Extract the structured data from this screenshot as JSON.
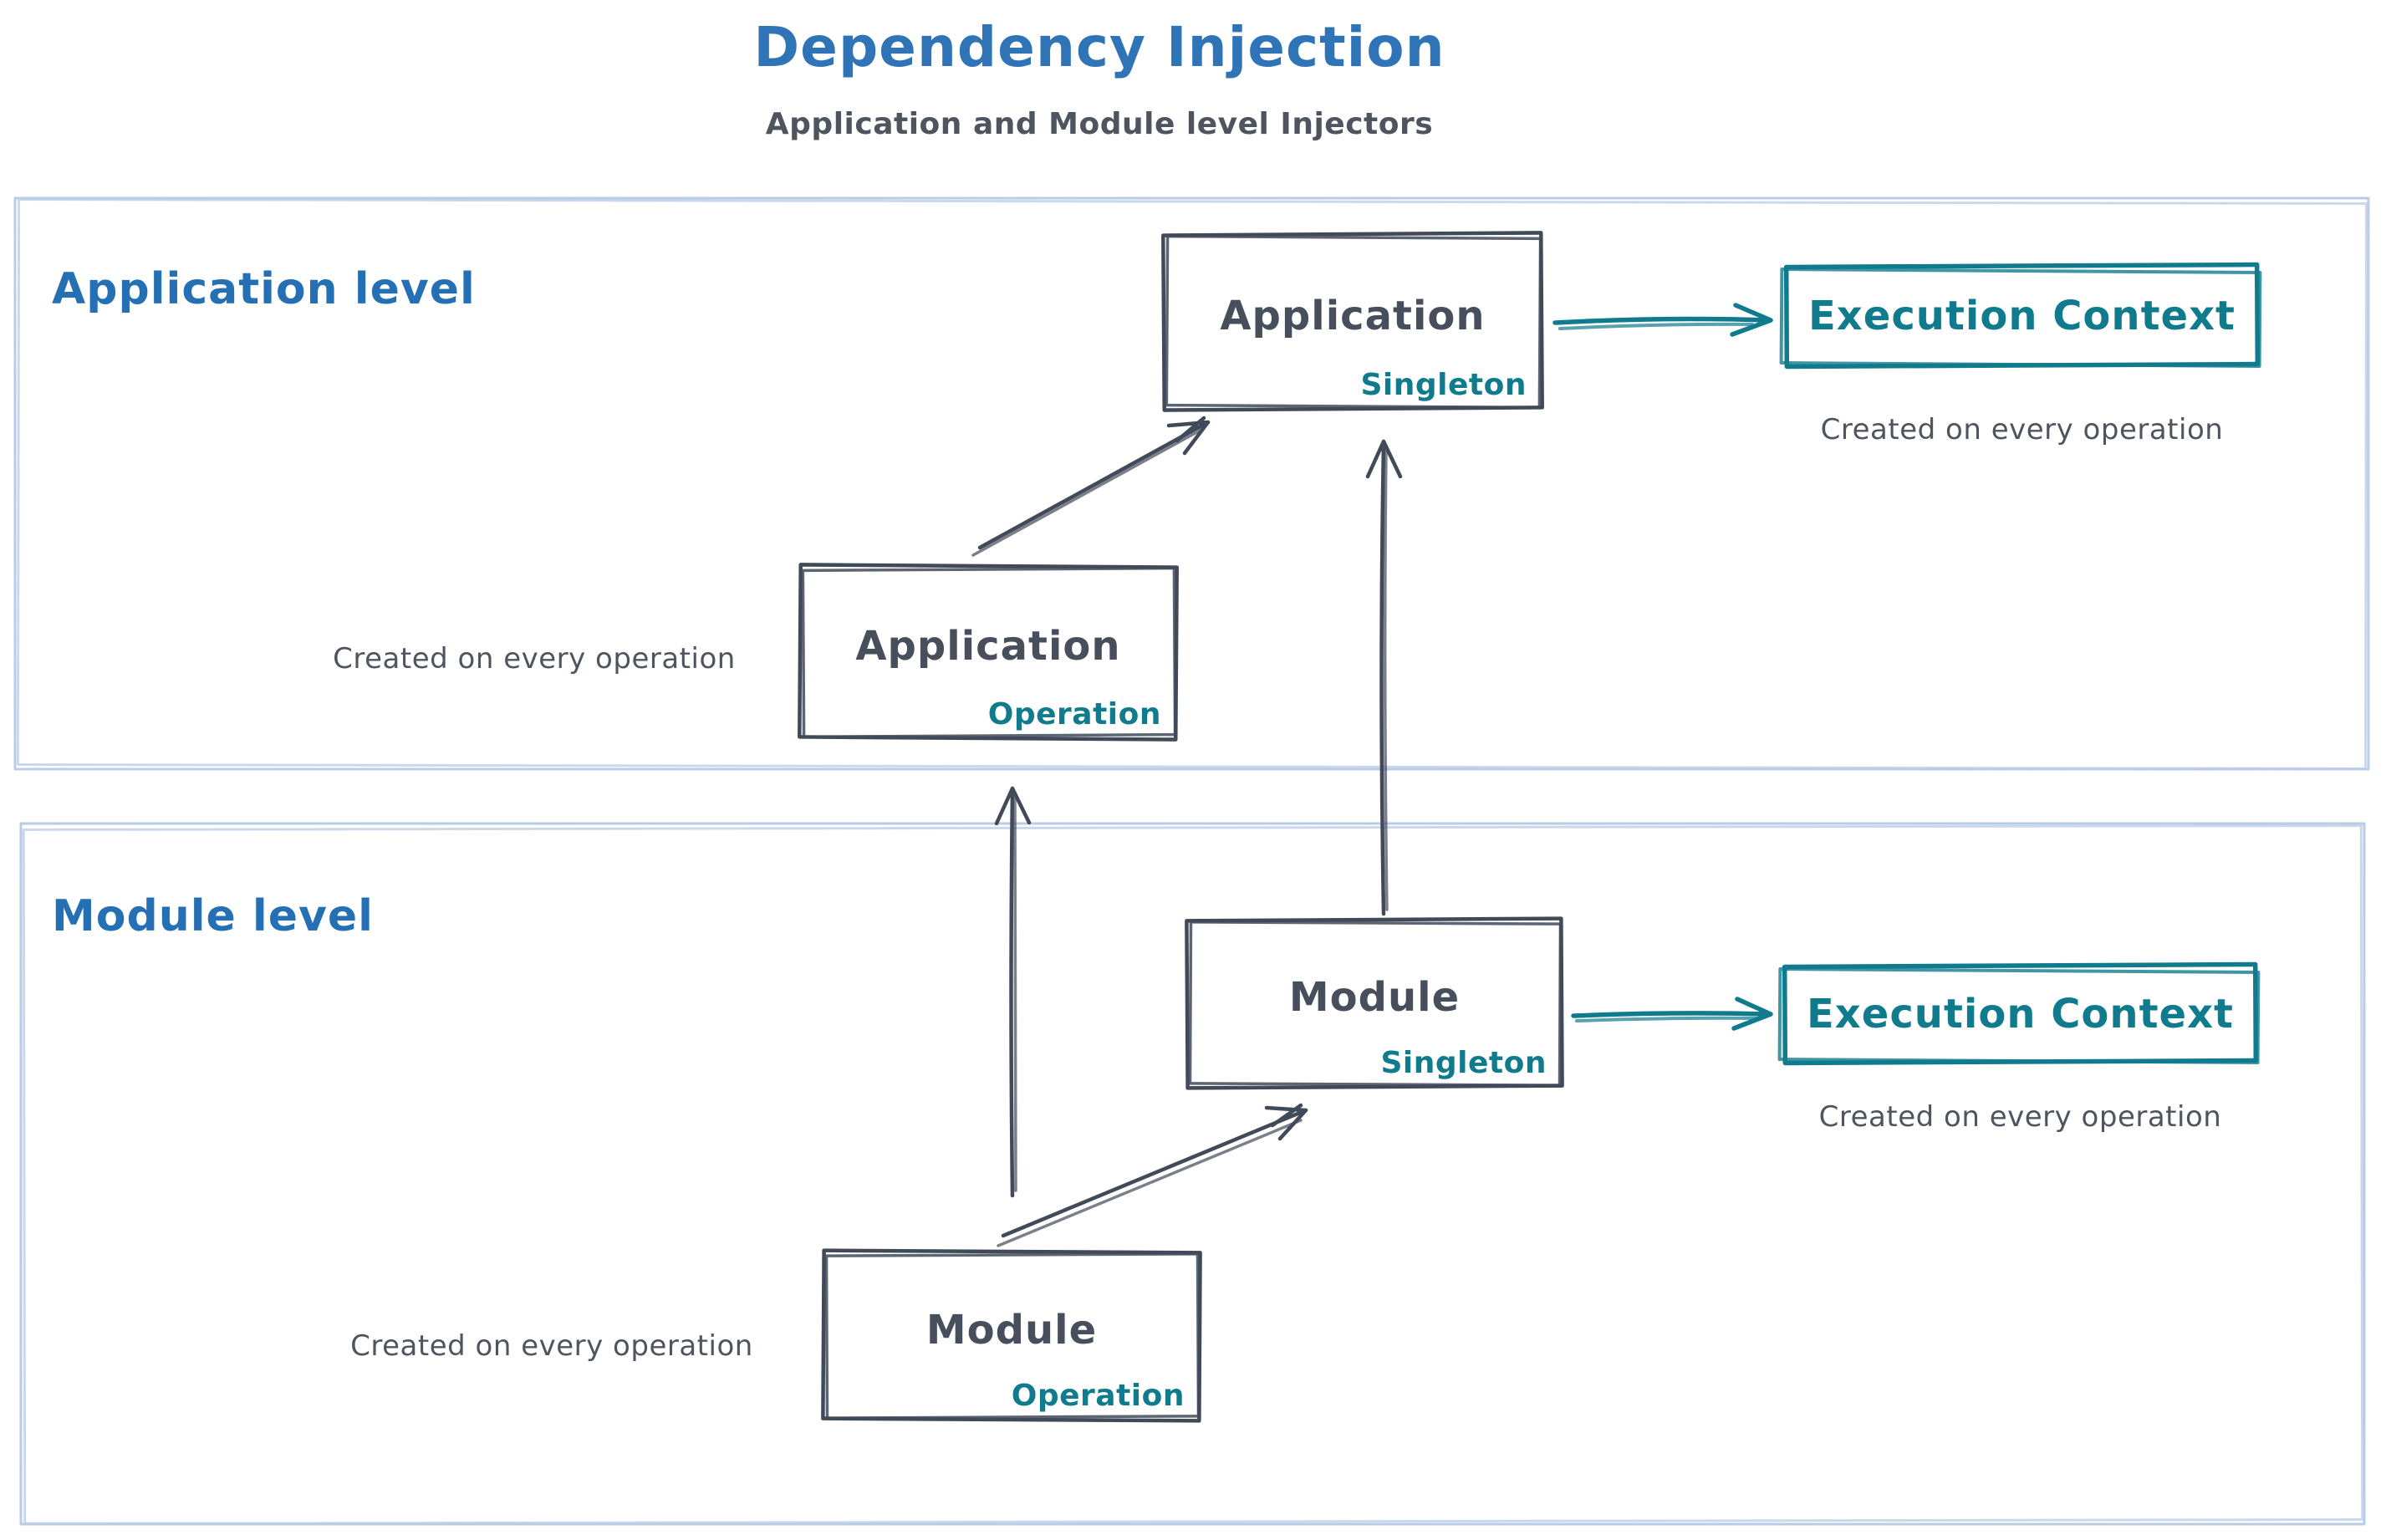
{
  "header": {
    "title": "Dependency Injection",
    "subtitle": "Application and Module level Injectors"
  },
  "sections": {
    "application": {
      "label": "Application level"
    },
    "module": {
      "label": "Module level"
    }
  },
  "nodes": {
    "app_singleton": {
      "title": "Application",
      "tag": "Singleton"
    },
    "app_operation": {
      "title": "Application",
      "tag": "Operation"
    },
    "mod_singleton": {
      "title": "Module",
      "tag": "Singleton"
    },
    "mod_operation": {
      "title": "Module",
      "tag": "Operation"
    }
  },
  "execution_contexts": {
    "application": {
      "label": "Execution Context",
      "caption": "Created on every operation"
    },
    "module": {
      "label": "Execution Context",
      "caption": "Created on every operation"
    }
  },
  "captions": {
    "app_operation": "Created on every operation",
    "mod_operation": "Created on every operation"
  },
  "colors": {
    "title_blue": "#2e74b6",
    "section_blue": "#2570b4",
    "ink_dark": "#414a59",
    "teal": "#117b8e",
    "caption_gray": "#4e555e",
    "container_border": "#b9cbe6"
  }
}
